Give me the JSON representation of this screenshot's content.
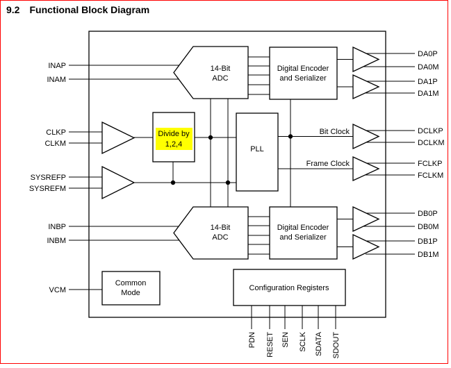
{
  "header": {
    "section": "9.2",
    "title": "Functional Block Diagram"
  },
  "blocks": {
    "adc_a": {
      "line1": "14-Bit",
      "line2": "ADC"
    },
    "adc_b": {
      "line1": "14-Bit",
      "line2": "ADC"
    },
    "encoder_a": {
      "line1": "Digital Encoder",
      "line2": "and Serializer"
    },
    "encoder_b": {
      "line1": "Digital Encoder",
      "line2": "and Serializer"
    },
    "divider": {
      "line1": "Divide by",
      "line2": "1,2,4"
    },
    "pll": {
      "label": "PLL"
    },
    "common_mode": {
      "line1": "Common",
      "line2": "Mode"
    },
    "config_registers": {
      "label": "Configuration Registers"
    }
  },
  "left_pins": {
    "inap": "INAP",
    "inam": "INAM",
    "clkp": "CLKP",
    "clkm": "CLKM",
    "sysrefp": "SYSREFP",
    "sysrefm": "SYSREFM",
    "inbp": "INBP",
    "inbm": "INBM",
    "vcm": "VCM"
  },
  "right_pins": {
    "da0p": "DA0P",
    "da0m": "DA0M",
    "da1p": "DA1P",
    "da1m": "DA1M",
    "dclkp": "DCLKP",
    "dclkm": "DCLKM",
    "fclkp": "FCLKP",
    "fclkm": "FCLKM",
    "db0p": "DB0P",
    "db0m": "DB0M",
    "db1p": "DB1P",
    "db1m": "DB1M"
  },
  "bottom_pins": {
    "pdn": "PDN",
    "reset": "RESET",
    "sen": "SEN",
    "sclk": "SCLK",
    "sdata": "SDATA",
    "sdout": "SDOUT"
  },
  "signals": {
    "bit_clock": "Bit Clock",
    "frame_clock": "Frame Clock"
  },
  "colors": {
    "frame": "#ff0000",
    "highlight": "#ffff00",
    "line": "#000000"
  }
}
